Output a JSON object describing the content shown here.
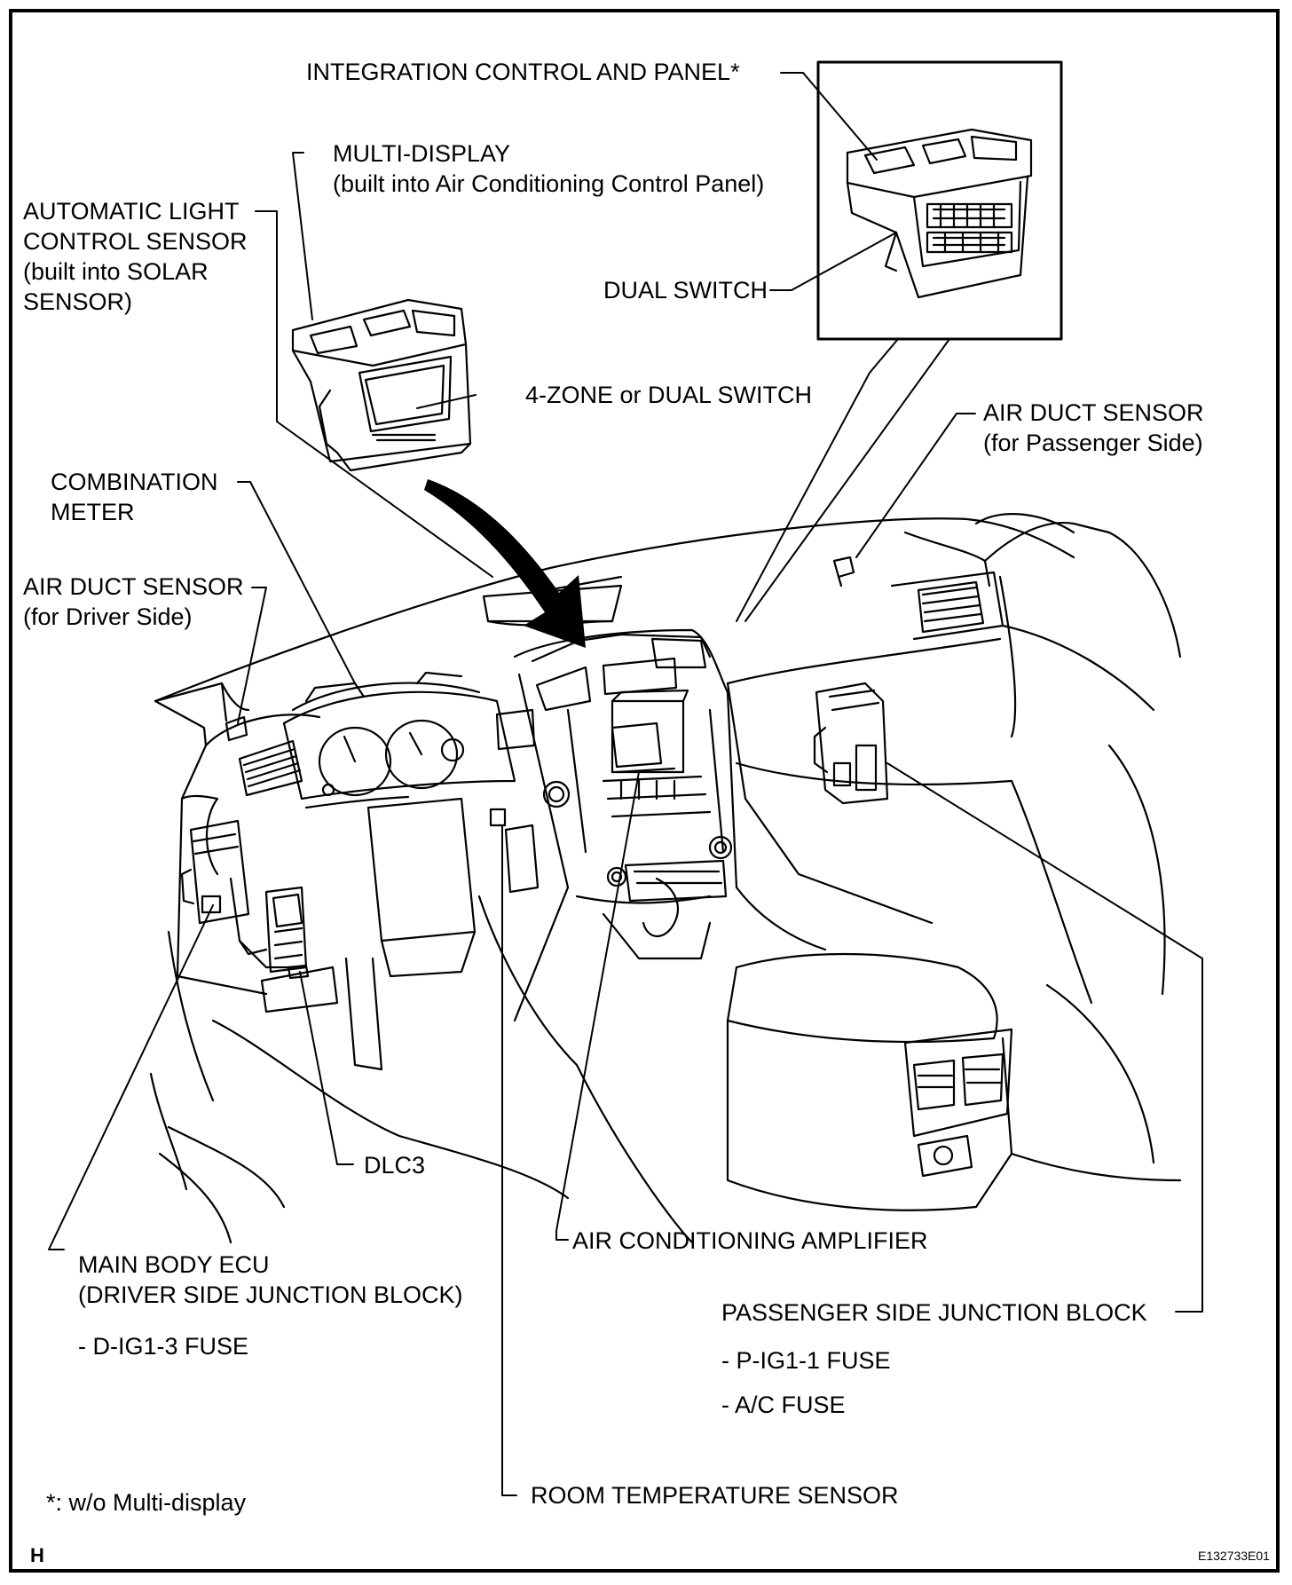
{
  "labels": {
    "integration_panel": "INTEGRATION CONTROL AND PANEL*",
    "multi_display_1": "MULTI-DISPLAY",
    "multi_display_2": "(built into Air Conditioning Control Panel)",
    "auto_light_1": "AUTOMATIC LIGHT",
    "auto_light_2": "CONTROL SENSOR",
    "auto_light_3": "(built into SOLAR",
    "auto_light_4": "SENSOR)",
    "dual_switch": "DUAL SWITCH",
    "four_zone": "4-ZONE or DUAL SWITCH",
    "air_duct_passenger_1": "AIR DUCT SENSOR",
    "air_duct_passenger_2": "(for Passenger Side)",
    "combination_meter_1": "COMBINATION",
    "combination_meter_2": "METER",
    "air_duct_driver_1": "AIR DUCT SENSOR",
    "air_duct_driver_2": "(for Driver Side)",
    "dlc3": "DLC3",
    "ac_amplifier": "AIR CONDITIONING AMPLIFIER",
    "main_body_ecu_1": "MAIN BODY ECU",
    "main_body_ecu_2": "(DRIVER SIDE JUNCTION BLOCK)",
    "main_body_ecu_3": "- D-IG1-3 FUSE",
    "passenger_jb_1": "PASSENGER SIDE JUNCTION BLOCK",
    "passenger_jb_2": "- P-IG1-1 FUSE",
    "passenger_jb_3": "- A/C FUSE",
    "room_temp": "ROOM TEMPERATURE SENSOR",
    "footnote": "*: w/o Multi-display",
    "corner_letter": "H",
    "figure_code": "E132733E01"
  }
}
